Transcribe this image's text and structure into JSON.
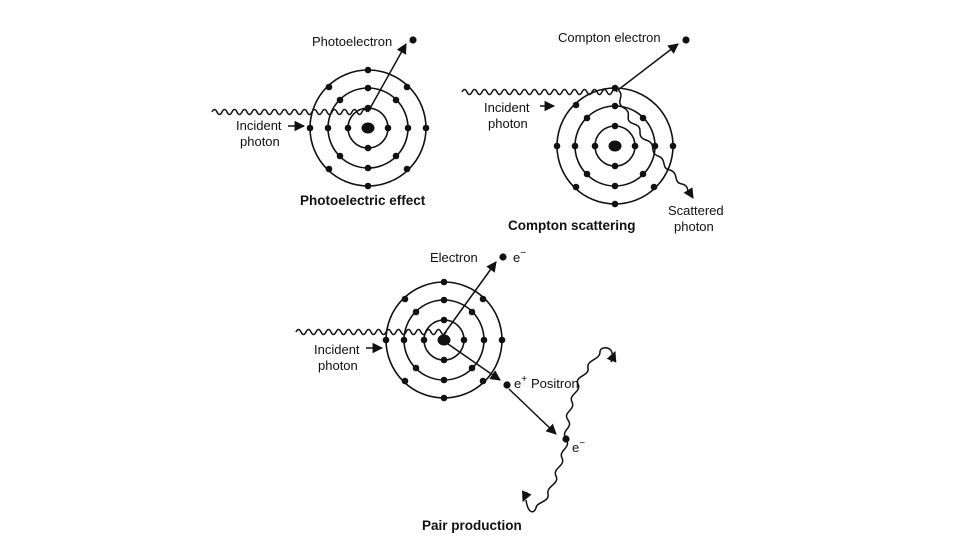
{
  "photoelectric": {
    "caption": "Photoelectric effect",
    "label_photoelectron": "Photoelectron",
    "label_incident_1": "Incident",
    "label_incident_2": "photon"
  },
  "compton": {
    "caption": "Compton scattering",
    "label_compton_electron": "Compton electron",
    "label_incident_1": "Incident",
    "label_incident_2": "photon",
    "label_scattered_1": "Scattered",
    "label_scattered_2": "photon"
  },
  "pair": {
    "caption": "Pair production",
    "label_electron": "Electron",
    "label_e_minus_top": "e",
    "label_e_minus_top_sup": "−",
    "label_incident_1": "Incident",
    "label_incident_2": "photon",
    "label_e_plus": "e",
    "label_e_plus_sup": "+",
    "label_positron": "Positron",
    "label_e_minus_bottom": "e",
    "label_e_minus_bottom_sup": "−"
  },
  "colors": {
    "ink": "#111111",
    "background": "#ffffff"
  }
}
